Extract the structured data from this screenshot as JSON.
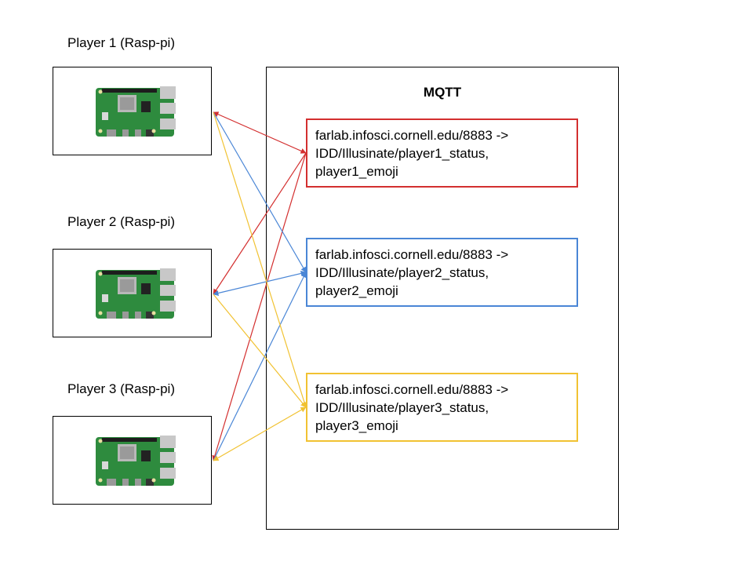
{
  "players": [
    {
      "label": "Player 1 (Rasp-pi)",
      "color": "#d32f2f"
    },
    {
      "label": "Player 2 (Rasp-pi)",
      "color": "#4a86d6"
    },
    {
      "label": "Player 3 (Rasp-pi)",
      "color": "#f1c232"
    }
  ],
  "mqtt": {
    "title": "MQTT",
    "topics": [
      {
        "lines": [
          "farlab.infosci.cornell.edu/8883 ->",
          "IDD/Illusinate/player1_status,",
          "player1_emoji"
        ],
        "color": "#d32f2f"
      },
      {
        "lines": [
          "farlab.infosci.cornell.edu/8883 ->",
          "IDD/Illusinate/player2_status,",
          "player2_emoji"
        ],
        "color": "#4a86d6"
      },
      {
        "lines": [
          "farlab.infosci.cornell.edu/8883 ->",
          "IDD/Illusinate/player3_status,",
          "player3_emoji"
        ],
        "color": "#f1c232"
      }
    ]
  },
  "icons": {
    "device": "raspberry-pi-board-icon"
  }
}
